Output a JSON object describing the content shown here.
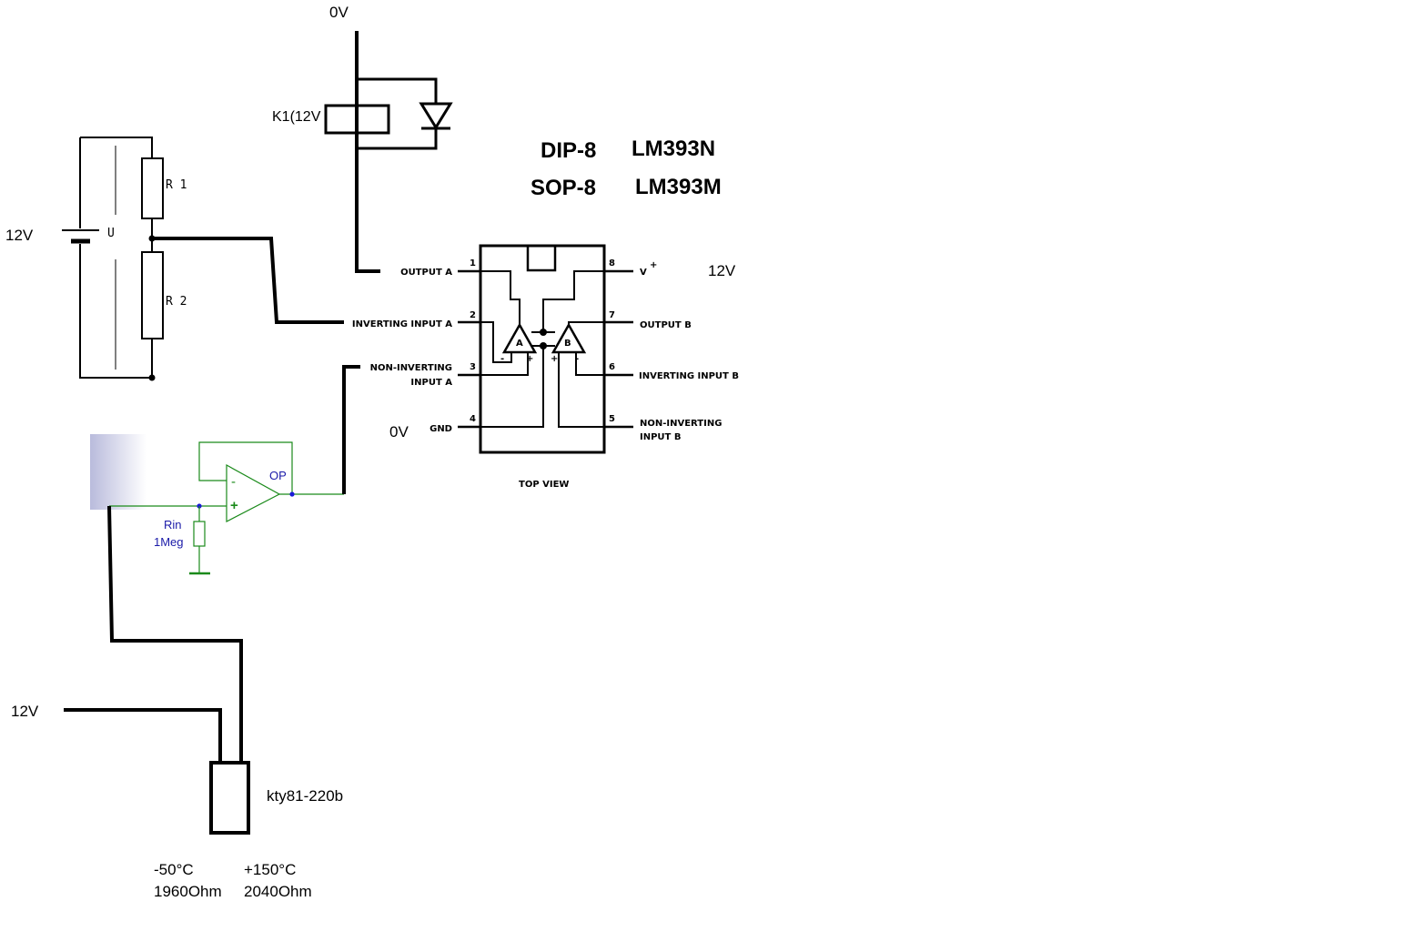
{
  "supply": {
    "relay_top_voltage": "0V",
    "divider_voltage": "12V",
    "vplus_voltage": "12V",
    "gnd_voltage": "0V",
    "sensor_voltage": "12V"
  },
  "relay": {
    "label": "K1(12V"
  },
  "divider": {
    "r1": "R 1",
    "r2": "R 2",
    "battery": "U"
  },
  "package": {
    "dip_label": "DIP-8",
    "dip_part": "LM393N",
    "sop_label": "SOP-8",
    "sop_part": "LM393M",
    "top_view": "TOP VIEW",
    "comp_a": "A",
    "comp_b": "B",
    "pins": [
      {
        "num": "1",
        "name": "OUTPUT A"
      },
      {
        "num": "2",
        "name": "INVERTING INPUT A"
      },
      {
        "num": "3",
        "name_line1": "NON-INVERTING",
        "name_line2": "INPUT A"
      },
      {
        "num": "4",
        "name": "GND"
      },
      {
        "num": "5",
        "name_line1": "NON-INVERTING",
        "name_line2": "INPUT B"
      },
      {
        "num": "6",
        "name": "INVERTING INPUT B"
      },
      {
        "num": "7",
        "name": "OUTPUT B"
      },
      {
        "num": "8",
        "name": "V+"
      }
    ]
  },
  "opamp": {
    "label": "OP",
    "minus": "-",
    "plus": "+",
    "rin_name": "Rin",
    "rin_value": "1Meg"
  },
  "sensor": {
    "name": "kty81-220b",
    "low_temp": "-50°C",
    "low_res": "1960Ohm",
    "high_temp": "+150°C",
    "high_res": "2040Ohm"
  },
  "colors": {
    "wire": "#000000",
    "opamp": "#1a8a1a",
    "opamp_text": "#1a1aa8",
    "node_dot": "#1a1ad8",
    "gradient": "#b9bbdc"
  }
}
